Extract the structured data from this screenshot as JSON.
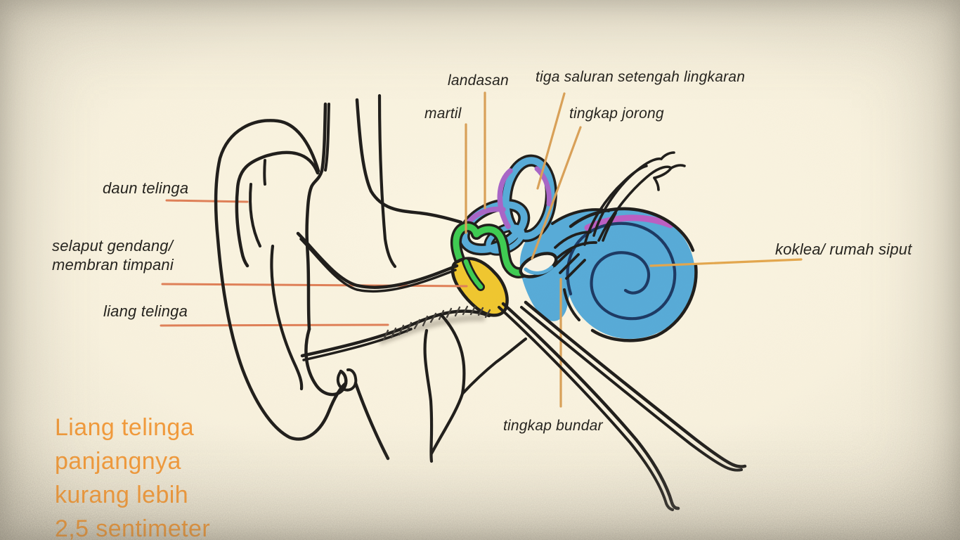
{
  "diagram": {
    "title": "Diagram anatomi telinga (ear anatomy diagram)",
    "labels": {
      "daun_telinga": "daun telinga",
      "selaput_gendang_line1": "selaput gendang/",
      "selaput_gendang_line2": "membran timpani",
      "liang_telinga": "liang telinga",
      "martil": "martil",
      "landasan": "landasan",
      "tiga_saluran": "tiga saluran setengah lingkaran",
      "tingkap_jorong": "tingkap jorong",
      "tingkap_bundar": "tingkap bundar",
      "koklea": "koklea/ rumah siput"
    },
    "note": {
      "lines": [
        "Liang telinga",
        "panjangnya",
        "kurang lebih",
        "2,5 sentimeter"
      ]
    },
    "colors": {
      "background_cream": "#f7f0dc",
      "sketch_black": "#211f1c",
      "leader_coral": "#df8058",
      "leader_gold": "#d9a158",
      "leader_koklea": "#e3a74e",
      "note_orange": "#f09a3c",
      "eardrum_yellow": "#efc630",
      "ossicle_green": "#3fcb52",
      "inner_ear_blue": "#58abd7",
      "canal_purple": "#a866c6",
      "spiral_navy": "#1e3a63"
    }
  }
}
